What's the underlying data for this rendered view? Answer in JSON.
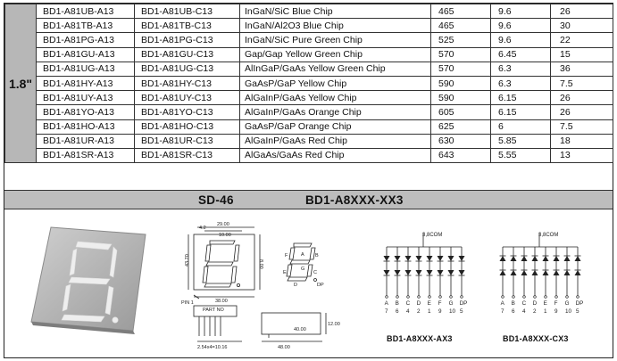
{
  "size_label": "1.8\"",
  "rows": [
    {
      "code_a": "BD1-A81UB-A13",
      "code_c": "BD1-A81UB-C13",
      "description": "InGaN/SiC  Blue Chip",
      "wavelength": "465",
      "vf": "9.6",
      "iv": "26"
    },
    {
      "code_a": "BD1-A81TB-A13",
      "code_c": "BD1-A81TB-C13",
      "description": "InGaN/Al2O3 Blue Chip",
      "wavelength": "465",
      "vf": "9.6",
      "iv": "30"
    },
    {
      "code_a": "BD1-A81PG-A13",
      "code_c": "BD1-A81PG-C13",
      "description": "InGaN/SiC Pure Green Chip",
      "wavelength": "525",
      "vf": "9.6",
      "iv": "22"
    },
    {
      "code_a": "BD1-A81GU-A13",
      "code_c": "BD1-A81GU-C13",
      "description": "Gap/Gap Yellow Green  Chip",
      "wavelength": "570",
      "vf": "6.45",
      "iv": "15"
    },
    {
      "code_a": "BD1-A81UG-A13",
      "code_c": "BD1-A81UG-C13",
      "description": "AlInGaP/GaAs Yellow Green Chip",
      "wavelength": "570",
      "vf": "6.3",
      "iv": "36"
    },
    {
      "code_a": "BD1-A81HY-A13",
      "code_c": "BD1-A81HY-C13",
      "description": "GaAsP/GaP Yellow  Chip",
      "wavelength": "590",
      "vf": "6.3",
      "iv": "7.5"
    },
    {
      "code_a": "BD1-A81UY-A13",
      "code_c": "BD1-A81UY-C13",
      "description": "AlGaInP/GaAs Yellow  Chip",
      "wavelength": "590",
      "vf": "6.15",
      "iv": "26"
    },
    {
      "code_a": "BD1-A81YO-A13",
      "code_c": "BD1-A81YO-C13",
      "description": "AlGaInP/GaAs Orange  Chip",
      "wavelength": "605",
      "vf": "6.15",
      "iv": "26"
    },
    {
      "code_a": "BD1-A81HO-A13",
      "code_c": "BD1-A81HO-C13",
      "description": "GaAsP/GaP Orange  Chip",
      "wavelength": "625",
      "vf": "6",
      "iv": "7.5"
    },
    {
      "code_a": "BD1-A81UR-A13",
      "code_c": "BD1-A81UR-C13",
      "description": "AlGaInP/GaAs Red  Chip",
      "wavelength": "630",
      "vf": "5.85",
      "iv": "18"
    },
    {
      "code_a": "BD1-A81SR-A13",
      "code_c": "BD1-A81SR-C13",
      "description": "AlGaAs/GaAs Red Chip",
      "wavelength": "643",
      "vf": "5.55",
      "iv": "13"
    }
  ],
  "section": {
    "model": "SD-46",
    "series": "BD1-A8XXX-XX3"
  },
  "drawing": {
    "pin1": "PIN 1",
    "part_no": "PART NO",
    "dims": [
      "4.2",
      "29.00",
      "10.00",
      "38.00",
      "43.70",
      "8.00",
      "12.00",
      "40.00",
      "2.54x4=10.16",
      "48.00"
    ],
    "seg_letters": [
      "A",
      "B",
      "C",
      "D",
      "E",
      "F",
      "G",
      "DP"
    ]
  },
  "circuits": [
    {
      "com_label": "3,8COM",
      "caption": "BD1-A8XXX-AX3",
      "anodes": [
        "A",
        "B",
        "C",
        "D",
        "E",
        "F",
        "G",
        "DP"
      ],
      "pins": [
        "7",
        "6",
        "4",
        "2",
        "1",
        "9",
        "10",
        "5"
      ]
    },
    {
      "com_label": "3,8COM",
      "caption": "BD1-A8XXX-CX3",
      "anodes": [
        "A",
        "B",
        "C",
        "D",
        "E",
        "F",
        "G",
        "DP"
      ],
      "pins": [
        "7",
        "6",
        "4",
        "2",
        "1",
        "9",
        "10",
        "5"
      ]
    }
  ]
}
